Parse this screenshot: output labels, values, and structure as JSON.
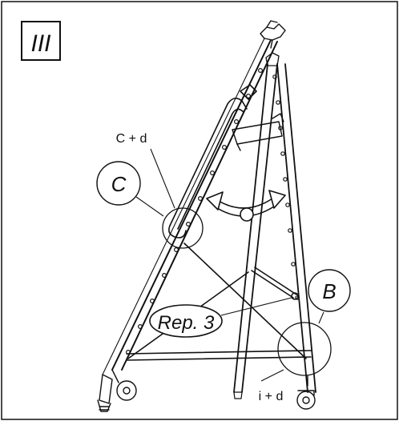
{
  "panel": {
    "step_label": "III"
  },
  "callouts": {
    "c_plus_d": "C + d",
    "c_circle": "C",
    "b_circle": "B",
    "rep": "Rep. 3",
    "i_plus_d": "i + d"
  }
}
